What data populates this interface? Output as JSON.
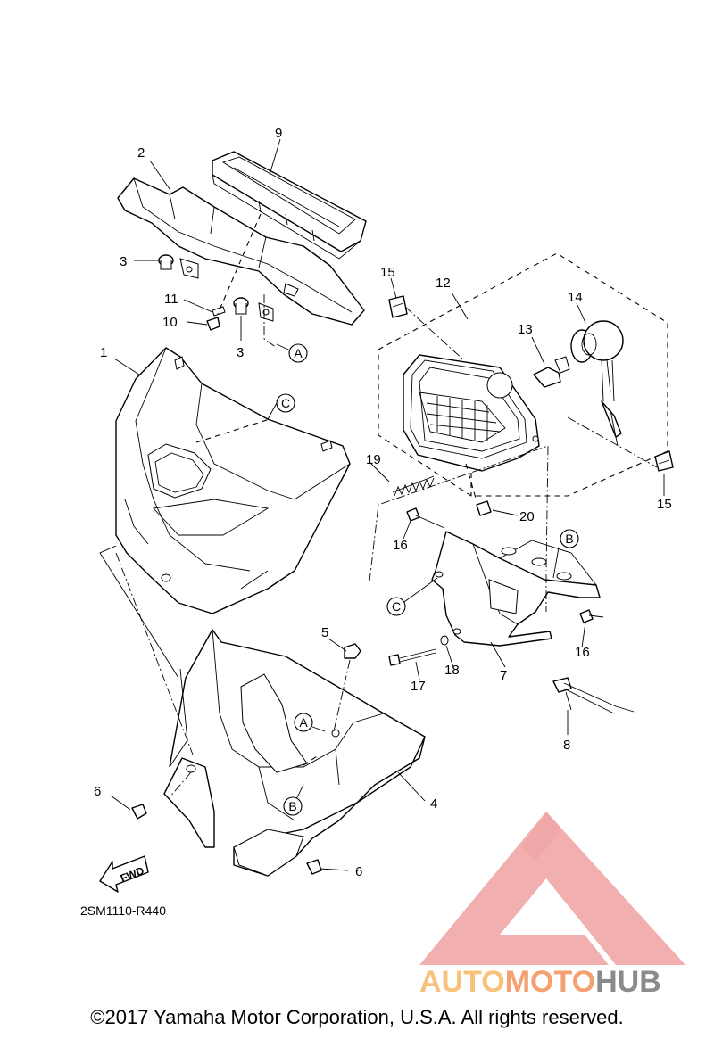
{
  "diagram": {
    "doc_code": "2SM1110-R440",
    "fwd_label": "FWD",
    "callouts": [
      "1",
      "2",
      "3",
      "3",
      "4",
      "5",
      "6",
      "6",
      "7",
      "8",
      "9",
      "10",
      "11",
      "12",
      "13",
      "14",
      "15",
      "15",
      "16",
      "16",
      "17",
      "18",
      "19",
      "20"
    ],
    "references": [
      "A",
      "A",
      "B",
      "B",
      "C",
      "C"
    ]
  },
  "watermark": {
    "auto": "AUTO",
    "moto": "MOTO",
    "hub": "HUB",
    "colors": {
      "triangle": "#f0a6a6",
      "auto": "#f6c27c",
      "moto": "#f4a070",
      "hub": "#8a8a8a"
    }
  },
  "footer": {
    "copyright": "©2017 Yamaha Motor Corporation, U.S.A. All rights reserved."
  }
}
